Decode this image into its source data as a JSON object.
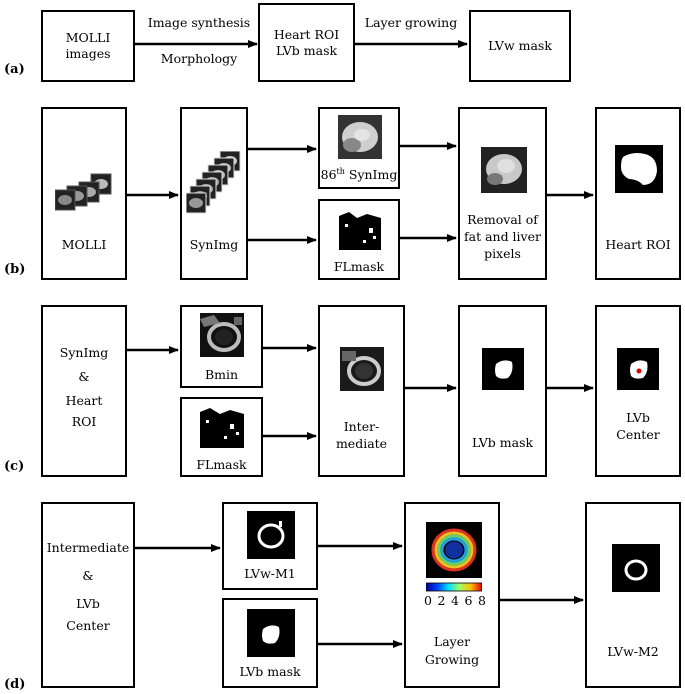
{
  "panel_a": {
    "label": "(a)",
    "box1": {
      "line1": "MOLLI",
      "line2": "images"
    },
    "arrow1_top": "Image synthesis",
    "arrow1_bottom": "Morphology",
    "box2": {
      "line1": "Heart ROI",
      "line2": "LVb mask"
    },
    "arrow2_top": "Layer growing",
    "box3": "LVw mask"
  },
  "panel_b": {
    "label": "(b)",
    "molli": "MOLLI",
    "synimg": "SynImg",
    "synimg86_num": "86",
    "synimg86_sup": "th",
    "synimg86_rest": " SynImg",
    "flmask": "FLmask",
    "removal_line1": "Removal of",
    "removal_line2": "fat and liver",
    "removal_line3": "pixels",
    "heart_roi": "Heart ROI"
  },
  "panel_c": {
    "label": "(c)",
    "input_line1": "SynImg",
    "input_line2": "&",
    "input_line3": "Heart",
    "input_line4": "ROI",
    "bmin": "Bmin",
    "flmask": "FLmask",
    "inter_line1": "Inter-",
    "inter_line2": "mediate",
    "lvb_mask": "LVb mask",
    "center_line1": "LVb",
    "center_line2": "Center"
  },
  "panel_d": {
    "label": "(d)",
    "input_line1": "Intermediate",
    "input_line2": "&",
    "input_line3": "LVb",
    "input_line4": "Center",
    "lvw_m1": "LVw-M1",
    "lvb_mask": "LVb mask",
    "layer_line1": "Layer",
    "layer_line2": "Growing",
    "colorbar_ticks": [
      "0",
      "2",
      "4",
      "6",
      "8"
    ],
    "lvw_m2": "LVw-M2"
  }
}
